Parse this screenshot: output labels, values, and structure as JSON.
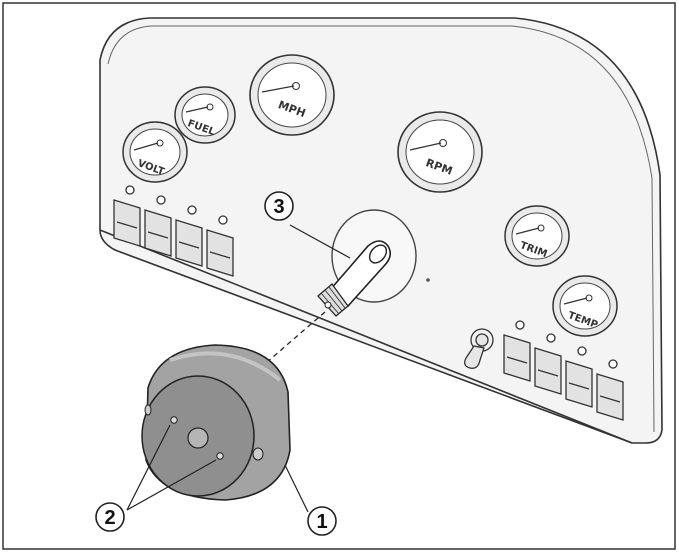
{
  "dash": {
    "gauges": [
      {
        "label": "VOLT"
      },
      {
        "label": "FUEL"
      },
      {
        "label": "MPH"
      },
      {
        "label": "RPM"
      },
      {
        "label": "TRIM"
      },
      {
        "label": "TEMP"
      }
    ]
  },
  "callouts": [
    {
      "number": "1"
    },
    {
      "number": "2"
    },
    {
      "number": "3"
    }
  ],
  "colors": {
    "panel_fill": "#efefef",
    "hub_fill": "#9b9b9b",
    "line": "#222222"
  }
}
